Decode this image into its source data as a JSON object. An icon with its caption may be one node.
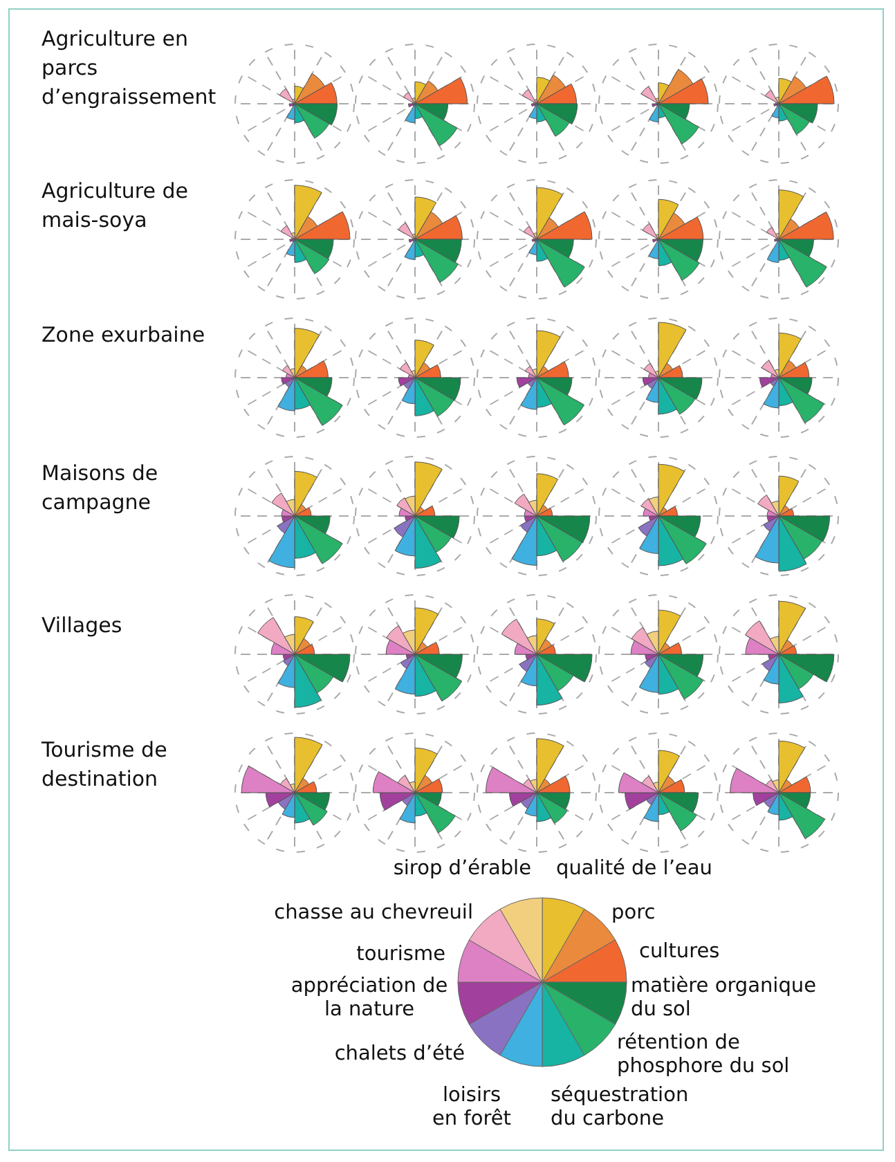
{
  "diagram": {
    "labels": [
      "Agriculture en parcs d’engraissement",
      "Agriculture de mais-soya",
      "Zone exurbaine",
      "Maisons de campagne",
      "Villages",
      "Tourisme de destination"
    ],
    "legend": [
      {
        "text": "qualité de l’eau",
        "color": "#e8bf2e"
      },
      {
        "text": "porc",
        "color": "#ea8a3c"
      },
      {
        "text": "cultures",
        "color": "#f06830"
      },
      {
        "text": "matière organique du sol",
        "color": "#17864a"
      },
      {
        "text": "rétention de phosphore du sol",
        "color": "#28b26a"
      },
      {
        "text": "séquestration du carbone",
        "color": "#17b3a3"
      },
      {
        "text": "loisirs en forêt",
        "color": "#3fb0df"
      },
      {
        "text": "chalets d’été",
        "color": "#8a72c2"
      },
      {
        "text": "appréciation de la nature",
        "color": "#a2409e"
      },
      {
        "text": "tourisme",
        "color": "#de80c4"
      },
      {
        "text": "chasse au chevreuil",
        "color": "#f2a9c2"
      },
      {
        "text": "sirop d’érable",
        "color": "#f1cf7e"
      }
    ]
  }
}
